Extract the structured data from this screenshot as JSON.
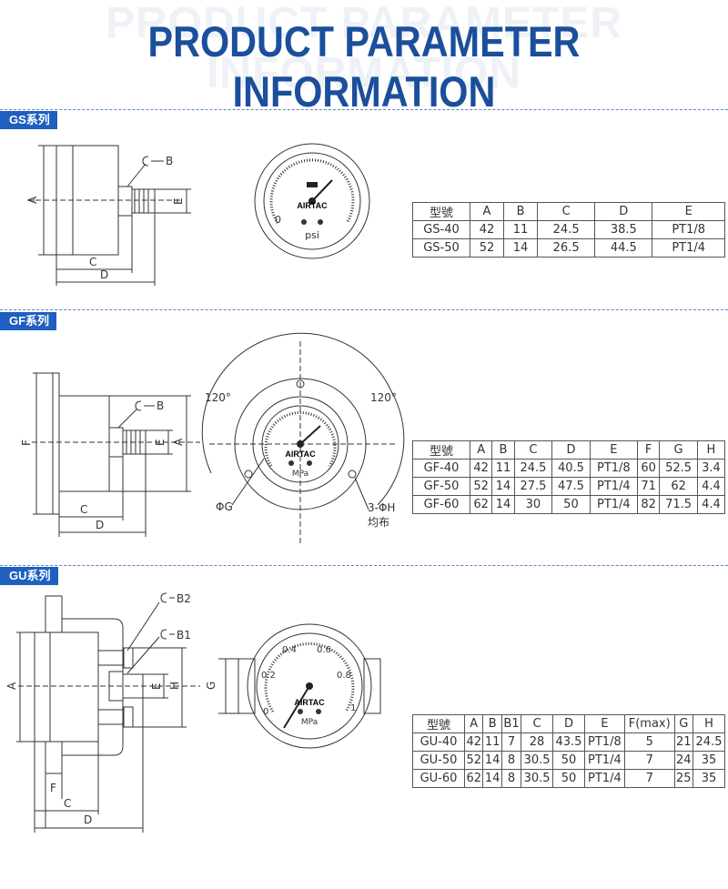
{
  "title": "PRODUCT PARAMETER INFORMATION",
  "sections": {
    "gs": {
      "tag": "GS系列",
      "gauge": {
        "brand": "AIRTAC",
        "unit": "psi",
        "min_label": "0"
      },
      "dims": {
        "a": "A",
        "b": "B",
        "c": "C",
        "d": "D",
        "e": "E"
      },
      "table": {
        "headers": [
          "型號",
          "A",
          "B",
          "C",
          "D",
          "E"
        ],
        "rows": [
          [
            "GS-40",
            "42",
            "11",
            "24.5",
            "38.5",
            "PT1/8"
          ],
          [
            "GS-50",
            "52",
            "14",
            "26.5",
            "44.5",
            "PT1/4"
          ]
        ]
      }
    },
    "gf": {
      "tag": "GF系列",
      "gauge": {
        "brand": "AIRTAC",
        "unit": "MPa"
      },
      "dims": {
        "a": "A",
        "b": "B",
        "c": "C",
        "d": "D",
        "e": "E",
        "f": "F",
        "g": "ΦG",
        "h": "3-ΦH",
        "even": "均布",
        "angle_left": "120°",
        "angle_right": "120°"
      },
      "table": {
        "headers": [
          "型號",
          "A",
          "B",
          "C",
          "D",
          "E",
          "F",
          "G",
          "H"
        ],
        "rows": [
          [
            "GF-40",
            "42",
            "11",
            "24.5",
            "40.5",
            "PT1/8",
            "60",
            "52.5",
            "3.4"
          ],
          [
            "GF-50",
            "52",
            "14",
            "27.5",
            "47.5",
            "PT1/4",
            "71",
            "62",
            "4.4"
          ],
          [
            "GF-60",
            "62",
            "14",
            "30",
            "50",
            "PT1/4",
            "82",
            "71.5",
            "4.4"
          ]
        ]
      }
    },
    "gu": {
      "tag": "GU系列",
      "gauge": {
        "brand": "AIRTAC",
        "unit": "MPa",
        "scale": [
          "0",
          "0.2",
          "0.4",
          "0.6",
          "0.8",
          "1"
        ]
      },
      "dims": {
        "a": "A",
        "b1": "B1",
        "b2": "B2",
        "c": "C",
        "d": "D",
        "e": "E",
        "f": "F",
        "g": "G",
        "h": "H"
      },
      "table": {
        "headers": [
          "型號",
          "A",
          "B",
          "B1",
          "C",
          "D",
          "E",
          "F(max)",
          "G",
          "H"
        ],
        "rows": [
          [
            "GU-40",
            "42",
            "11",
            "7",
            "28",
            "43.5",
            "PT1/8",
            "5",
            "21",
            "24.5"
          ],
          [
            "GU-50",
            "52",
            "14",
            "8",
            "30.5",
            "50",
            "PT1/4",
            "7",
            "24",
            "35"
          ],
          [
            "GU-60",
            "62",
            "14",
            "8",
            "30.5",
            "50",
            "PT1/4",
            "7",
            "25",
            "35"
          ]
        ]
      }
    }
  }
}
